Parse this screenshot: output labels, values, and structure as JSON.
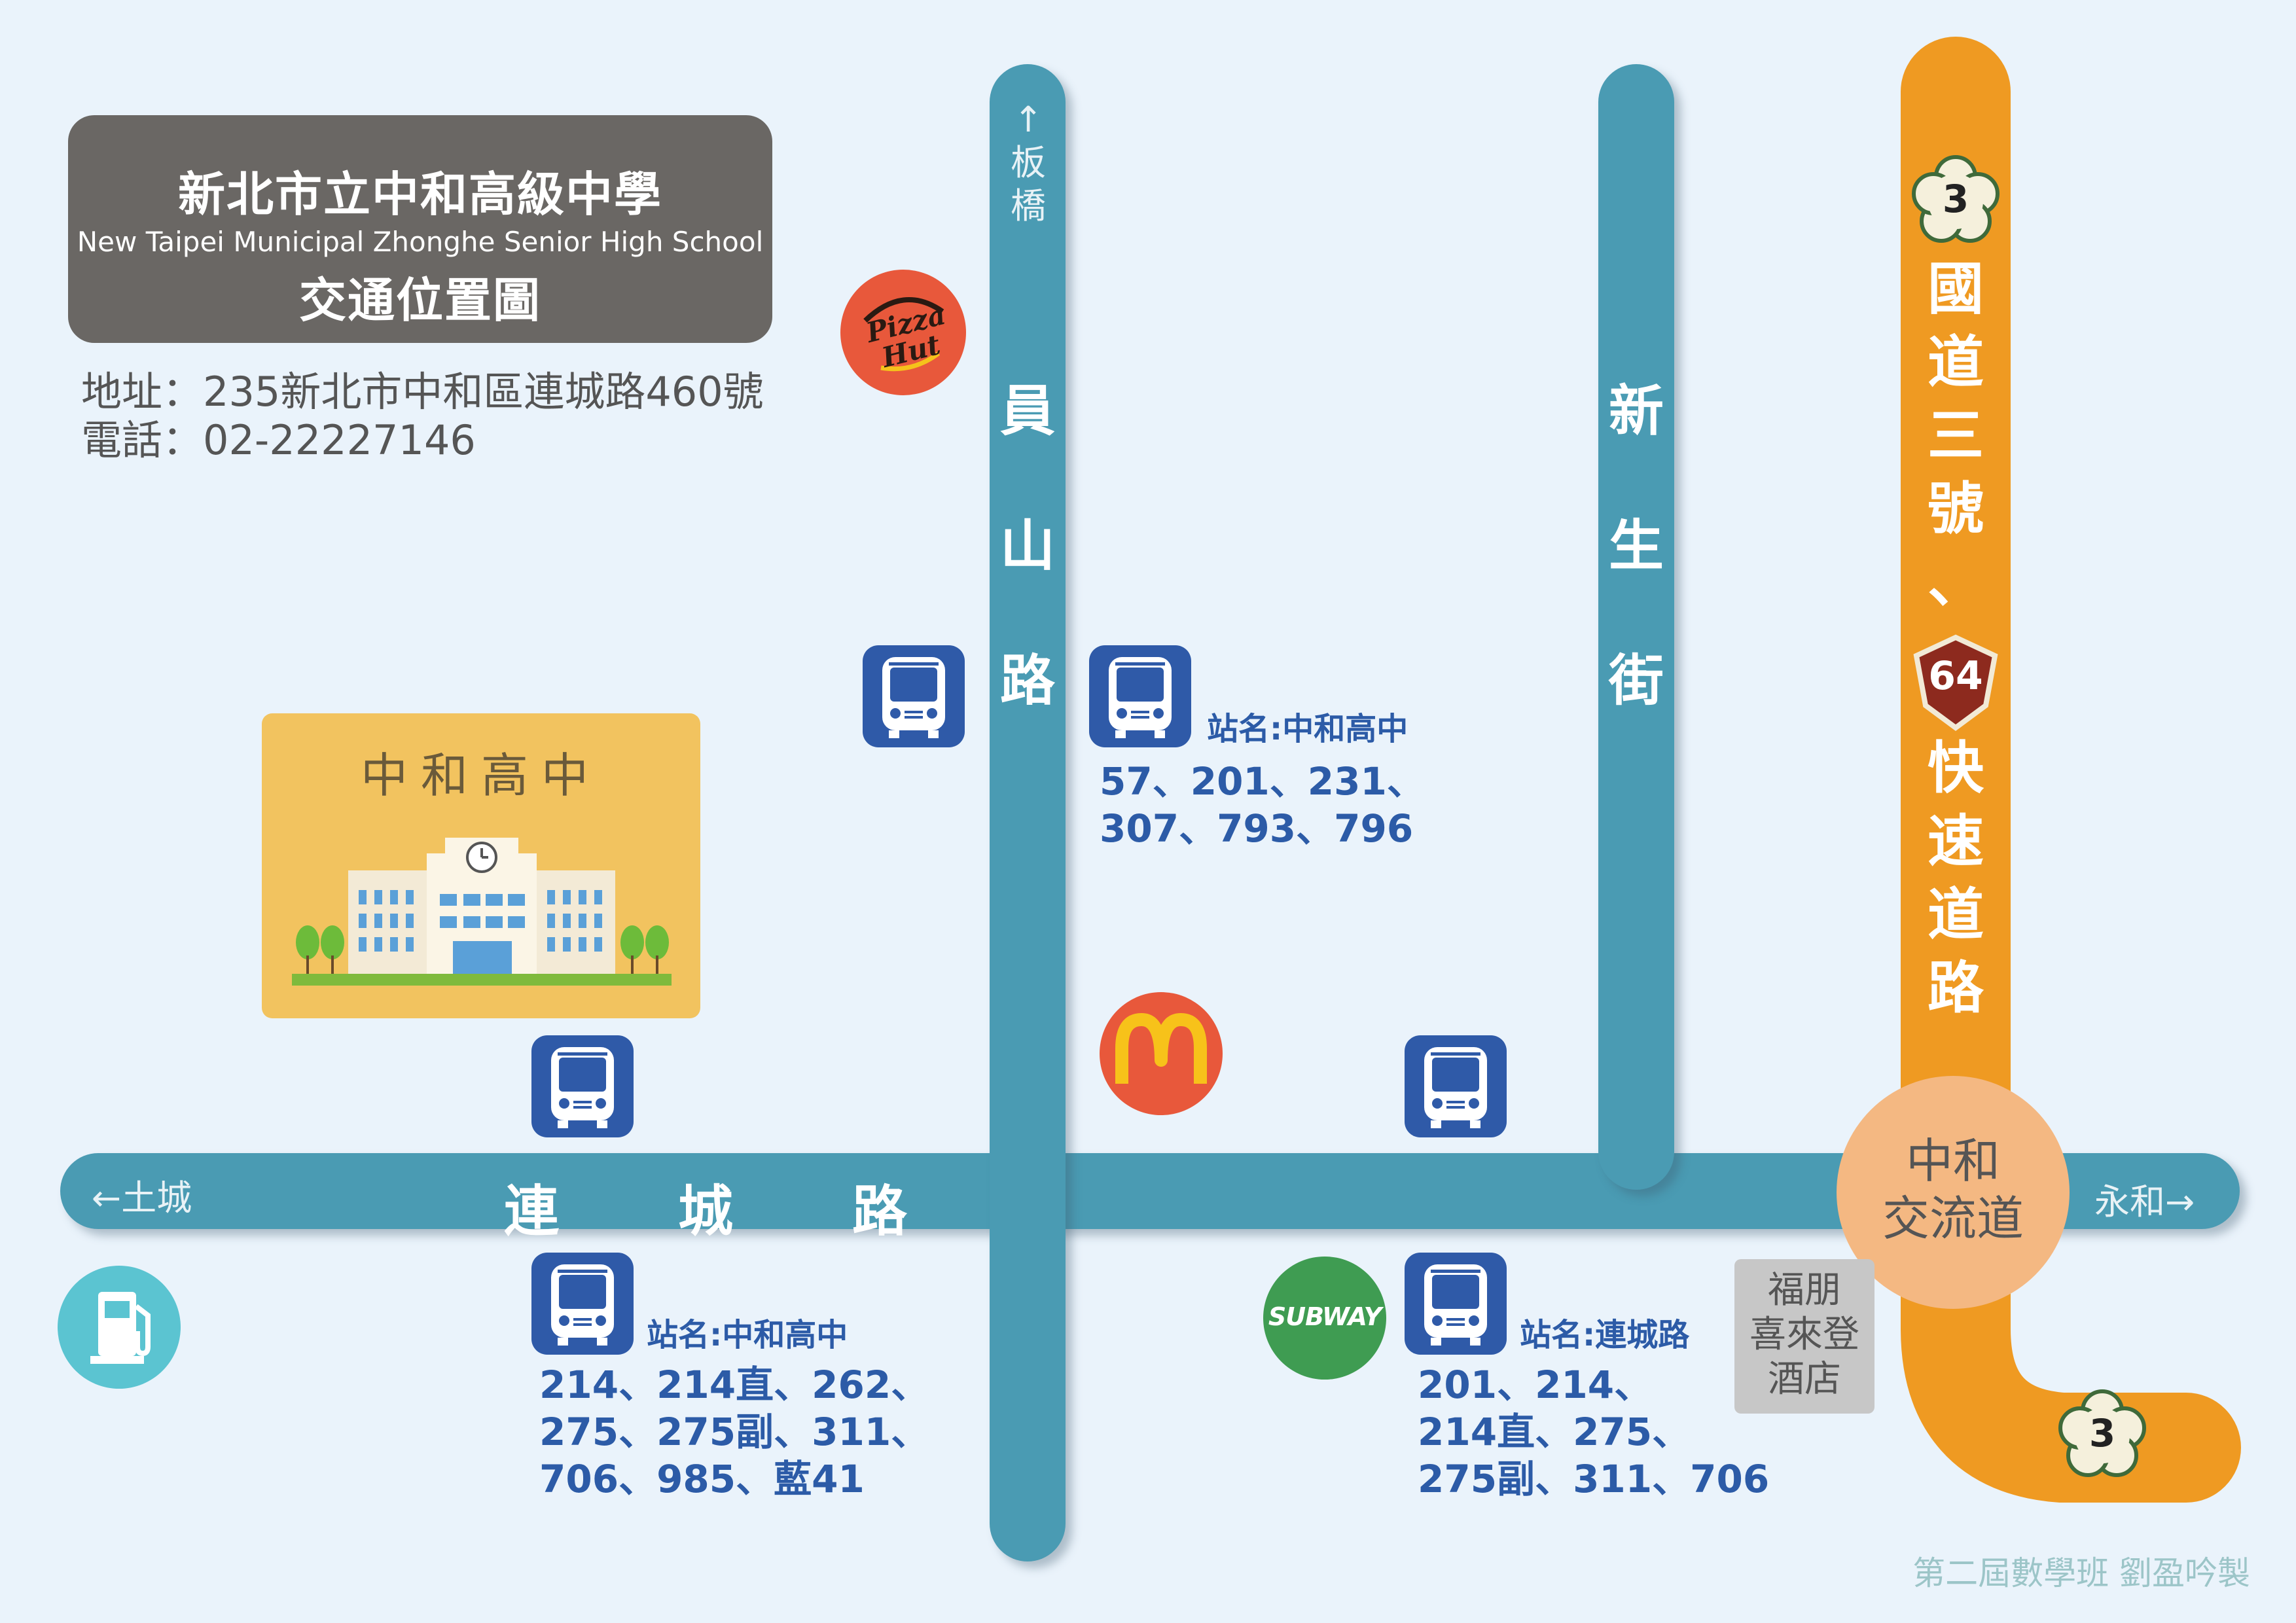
{
  "title": {
    "name_zh": "新北市立中和高級中學",
    "name_en": "New Taipei Municipal Zhonghe Senior High School",
    "subtitle": "交通位置圖"
  },
  "info": {
    "address": "地址：235新北市中和區連城路460號",
    "phone": "電話：02-22227146"
  },
  "roads": {
    "yuanshan": {
      "c1": "員",
      "c2": "山",
      "c3": "路",
      "dir": [
        "↑",
        "板",
        "橋"
      ]
    },
    "xinsheng": {
      "c1": "新",
      "c2": "生",
      "c3": "街"
    },
    "liancheng": {
      "c1": "連",
      "c2": "城",
      "c3": "路",
      "left_dir": "←土城",
      "right_dir": "永和→"
    },
    "freeway": {
      "chars": [
        "國",
        "道",
        "三",
        "號",
        "、"
      ],
      "chars2": [
        "快",
        "速",
        "道",
        "路"
      ],
      "shield1": "3",
      "shield2": "64",
      "shield3": "3"
    }
  },
  "interchange": {
    "line1": "中和",
    "line2": "交流道"
  },
  "school": {
    "label": "中和高中"
  },
  "hotel": {
    "line1": "福朋",
    "line2": "喜來登",
    "line3": "酒店"
  },
  "stops": {
    "yuanshan_east": {
      "name": "站名:中和高中",
      "routes": [
        "57、201、231、",
        "307、793、796"
      ]
    },
    "liancheng_south": {
      "name": "站名:中和高中",
      "routes": [
        "214、214直、262、",
        "275、275副、311、",
        "706、985、藍41"
      ]
    },
    "liancheng_east": {
      "name": "站名:連城路",
      "routes": [
        "201、214、",
        "214直、275、",
        "275副、311、706"
      ]
    }
  },
  "logos": {
    "pizza_line1": "Pizza",
    "pizza_line2": "Hut",
    "subway": "SUBWAY"
  },
  "credit": "第二屆數學班 劉盈吟製",
  "colors": {
    "road": "#4a9bb3",
    "freeway": "#ef9a22",
    "bus": "#2f5aa8",
    "title_box": "#6a6764",
    "school_box": "#f2c35f"
  }
}
